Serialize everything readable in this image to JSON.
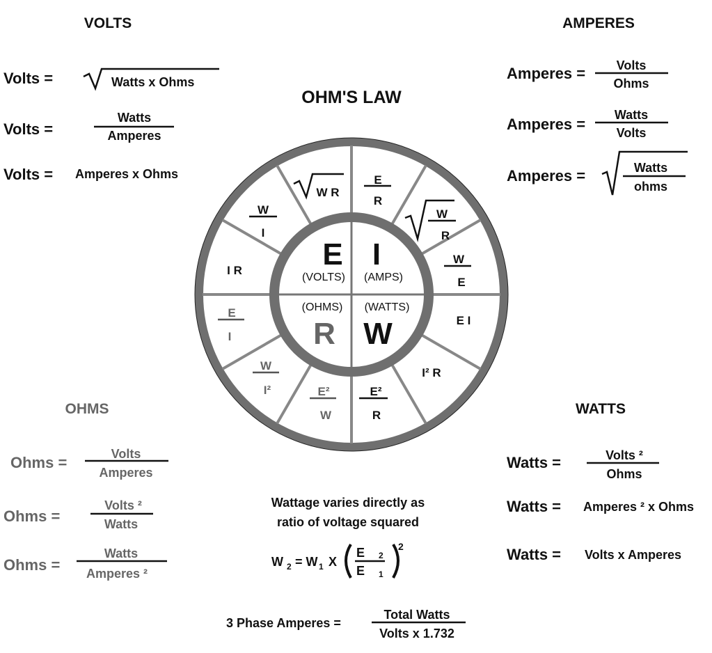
{
  "title": "OHM'S LAW",
  "colors": {
    "ring": "#6f6f6f",
    "spoke": "#888888",
    "ohms_text": "#666666",
    "text": "#111111"
  },
  "volts": {
    "heading": "VOLTS",
    "label": "Volts =",
    "f1": "Watts x Ohms",
    "f2_num": "Watts",
    "f2_den": "Amperes",
    "f3": "Amperes x Ohms"
  },
  "amperes": {
    "heading": "AMPERES",
    "label": "Amperes =",
    "f1_num": "Volts",
    "f1_den": "Ohms",
    "f2_num": "Watts",
    "f2_den": "Volts",
    "f3_num": "Watts",
    "f3_den": "ohms"
  },
  "ohms": {
    "heading": "OHMS",
    "label": "Ohms =",
    "f1_num": "Volts",
    "f1_den": "Amperes",
    "f2_num": "Volts ²",
    "f2_den": "Watts",
    "f3_num": "Watts",
    "f3_den": "Amperes ²"
  },
  "watts": {
    "heading": "WATTS",
    "label": "Watts =",
    "f1_num": "Volts ²",
    "f1_den": "Ohms",
    "f2": "Amperes ² x Ohms",
    "f3": "Volts x Amperes"
  },
  "wheel": {
    "center": {
      "e": "E",
      "e_cap": "(VOLTS)",
      "i": "I",
      "i_cap": "(AMPS)",
      "r": "R",
      "r_cap": "(OHMS)",
      "w": "W",
      "w_cap": "(WATTS)"
    },
    "segments": {
      "sqrt_wr": "W R",
      "e_over_r": {
        "num": "E",
        "den": "R"
      },
      "sqrt_w_over_r": {
        "num": "W",
        "den": "R"
      },
      "w_over_e": {
        "num": "W",
        "den": "E"
      },
      "ei": "E I",
      "i2r": "I² R",
      "e2_over_r": {
        "num": "E²",
        "den": "R"
      },
      "e2_over_w": {
        "num": "E²",
        "den": "W"
      },
      "w_over_i2": {
        "num": "W",
        "den": "I²"
      },
      "e_over_i": {
        "num": "E",
        "den": "I"
      },
      "ir": "I R",
      "w_over_i": {
        "num": "W",
        "den": "I"
      }
    }
  },
  "wattage_note": {
    "line1": "Wattage varies directly as",
    "line2": "ratio of voltage squared",
    "lhs": "W",
    "lhs_sub": "2",
    "eq": "= W",
    "rhs_sub": "1",
    "times": "X",
    "num": "E",
    "num_sub": "2",
    "den": "E",
    "den_sub": "1",
    "exp": "2"
  },
  "three_phase": {
    "label": "3 Phase Amperes =",
    "num": "Total Watts",
    "den": "Volts x 1.732"
  }
}
